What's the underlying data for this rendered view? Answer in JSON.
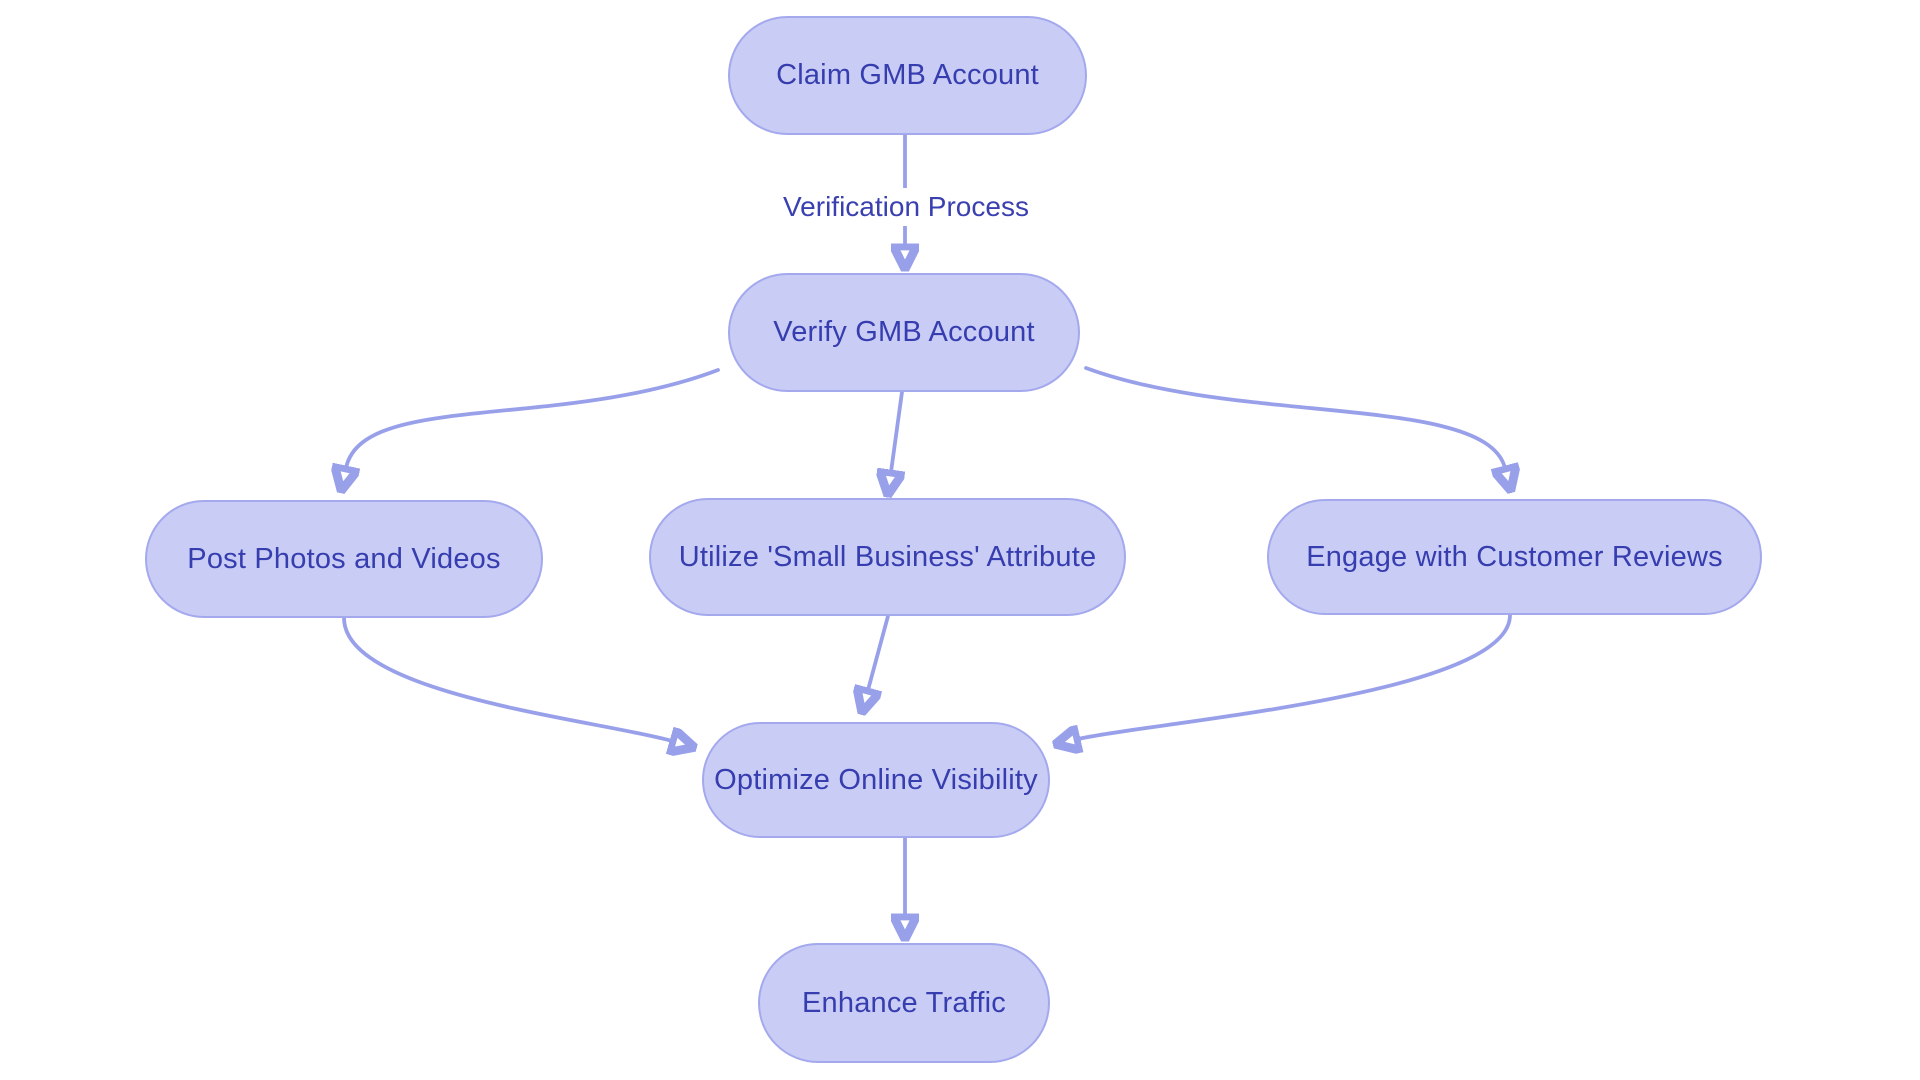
{
  "diagram": {
    "type": "flowchart",
    "direction": "top-down",
    "colors": {
      "background": "#ffffff",
      "node_fill": "#c9ccf5",
      "node_border": "#a4a9ee",
      "node_text": "#363daf",
      "edge_stroke": "#99a0ea",
      "edge_label_text": "#3a40b0"
    },
    "nodes": [
      {
        "id": "claim",
        "label": "Claim GMB Account"
      },
      {
        "id": "verify",
        "label": "Verify GMB Account"
      },
      {
        "id": "post",
        "label": "Post Photos and Videos"
      },
      {
        "id": "utilize",
        "label": "Utilize 'Small Business' Attribute"
      },
      {
        "id": "engage",
        "label": "Engage with Customer Reviews"
      },
      {
        "id": "optimize",
        "label": "Optimize Online Visibility"
      },
      {
        "id": "enhance",
        "label": "Enhance Traffic"
      }
    ],
    "edges": [
      {
        "from": "claim",
        "to": "verify",
        "label": "Verification Process"
      },
      {
        "from": "verify",
        "to": "post",
        "label": ""
      },
      {
        "from": "verify",
        "to": "utilize",
        "label": ""
      },
      {
        "from": "verify",
        "to": "engage",
        "label": ""
      },
      {
        "from": "post",
        "to": "optimize",
        "label": ""
      },
      {
        "from": "utilize",
        "to": "optimize",
        "label": ""
      },
      {
        "from": "engage",
        "to": "optimize",
        "label": ""
      },
      {
        "from": "optimize",
        "to": "enhance",
        "label": ""
      }
    ]
  }
}
